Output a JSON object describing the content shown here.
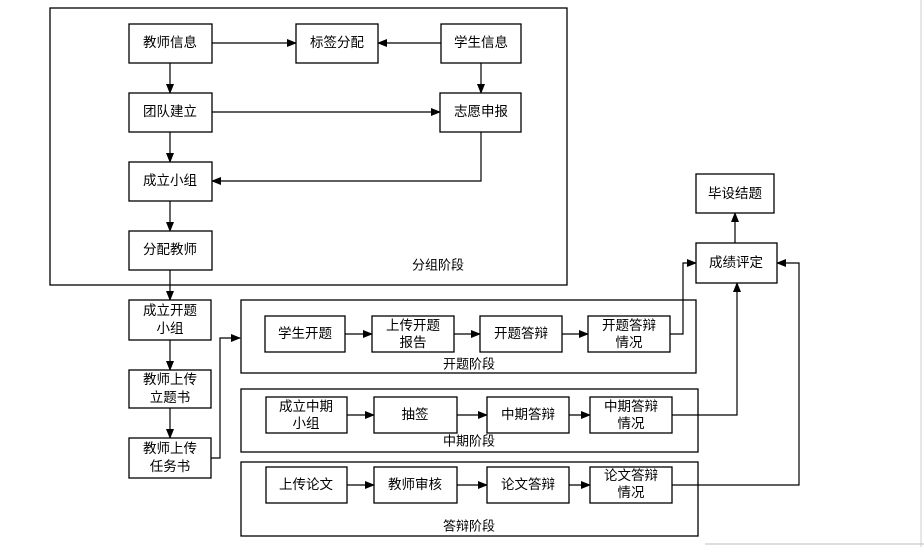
{
  "diagram": {
    "groups": {
      "grouping_stage": "分组阶段",
      "proposal_stage": "开题阶段",
      "midterm_stage": "中期阶段",
      "defense_stage": "答辩阶段"
    },
    "nodes": {
      "teacher_info": "教师信息",
      "tag_assign": "标签分配",
      "student_info": "学生信息",
      "team_build": "团队建立",
      "volunteer": "志愿申报",
      "form_group": "成立小组",
      "assign_teacher": "分配教师",
      "proposal_group": [
        "成立开题",
        "小组"
      ],
      "upload_topic": [
        "教师上传",
        "立题书"
      ],
      "upload_task": [
        "教师上传",
        "任务书"
      ],
      "student_proposal": "学生开题",
      "upload_report": [
        "上传开题",
        "报告"
      ],
      "proposal_defense": "开题答辩",
      "proposal_result": [
        "开题答辩",
        "情况"
      ],
      "mid_group": [
        "成立中期",
        "小组"
      ],
      "draw_lots": "抽签",
      "mid_defense": "中期答辩",
      "mid_result": [
        "中期答辩",
        "情况"
      ],
      "upload_thesis": "上传论文",
      "teacher_review": "教师审核",
      "thesis_defense": "论文答辩",
      "thesis_result": [
        "论文答辩",
        "情况"
      ],
      "grade_eval": "成绩评定",
      "final_topic": "毕设结题"
    }
  }
}
